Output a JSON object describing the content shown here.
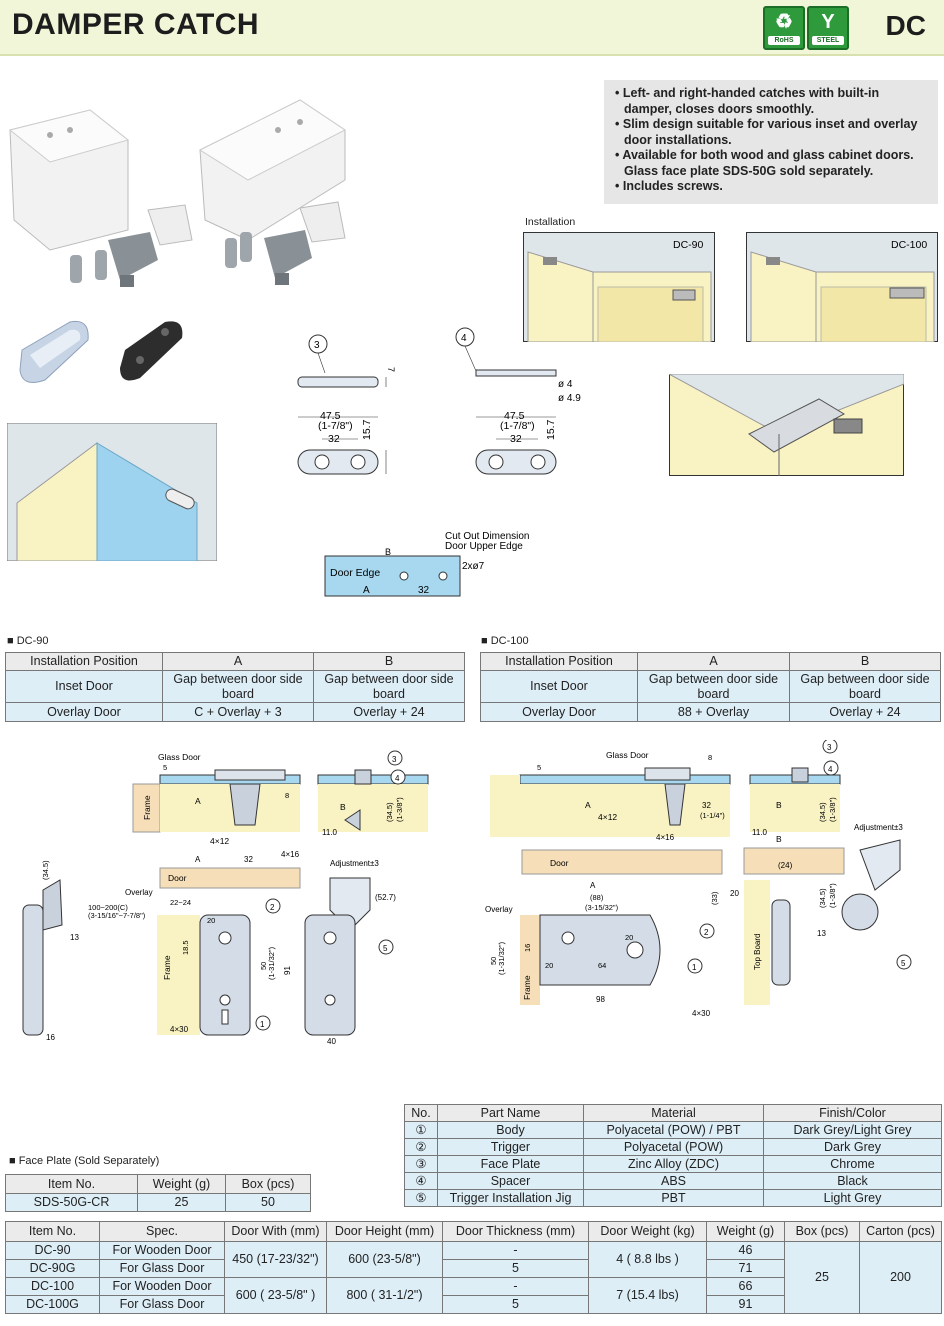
{
  "header": {
    "title": "DAMPER CATCH",
    "code": "DC",
    "badges": [
      {
        "name": "rohs",
        "symbol": "♻",
        "label": "RoHS"
      },
      {
        "name": "steel",
        "symbol": "Y",
        "label": "STEEL"
      }
    ],
    "colors": {
      "header_bg": "#f1f6d8",
      "badge_green": "#2e9a3c",
      "table_blue": "#ddeef7",
      "wood": "#f5deb8",
      "glass": "#a7d8ef"
    }
  },
  "features": [
    "Left- and right-handed catches with built-in damper, closes doors smoothly.",
    "Slim design suitable for various inset and overlay door installations.",
    "Available for both wood and glass cabinet doors. Glass face plate SDS-50G sold separately.",
    "Includes screws."
  ],
  "installation": {
    "caption": "Installation",
    "panels": [
      "DC-90",
      "DC-100"
    ]
  },
  "face_plate_drawings": {
    "item3": {
      "num": "3",
      "h": "7",
      "width": "47.5",
      "width_in": "(1-7/8\")",
      "pitch": "32",
      "height": "15.7"
    },
    "item4": {
      "num": "4",
      "d1": "ø 4",
      "d2": "ø 4.9",
      "width": "47.5",
      "width_in": "(1-7/8\")",
      "pitch": "32",
      "height": "15.7"
    },
    "cutout": {
      "title1": "Cut Out Dimension",
      "title2": "Door Upper Edge",
      "door_edge": "Door Edge",
      "b": "B",
      "a": "A",
      "pitch": "32",
      "holes": "2xø7"
    }
  },
  "dc90_table": {
    "label": "DC-90",
    "headers": [
      "Installation Position",
      "A",
      "B"
    ],
    "rows": [
      [
        "Inset Door",
        "Gap between door side board",
        "Gap between door side board"
      ],
      [
        "Overlay Door",
        "C + Overlay + 3",
        "Overlay + 24"
      ]
    ]
  },
  "dc100_table": {
    "label": "DC-100",
    "headers": [
      "Installation Position",
      "A",
      "B"
    ],
    "rows": [
      [
        "Inset Door",
        "Gap between door side board",
        "Gap between door side board"
      ],
      [
        "Overlay Door",
        "88 + Overlay",
        "Overlay + 24"
      ]
    ]
  },
  "drawing_labels": {
    "glass_door": "Glass Door",
    "frame": "Frame",
    "door": "Door",
    "overlay": "Overlay",
    "adjustment": "Adjustment±3",
    "top_board": "Top Board",
    "dim_5": "5",
    "dim_8": "8",
    "dim_a": "A",
    "dim_b": "B",
    "dim_4x12": "4×12",
    "dim_4x16": "4×16",
    "dim_4x30": "4×30",
    "dim_32": "32",
    "dim_32in": "(1-1/4\")",
    "dim_11": "11.0",
    "dim_345": "(34.5)",
    "dim_345in": "(1-3/8\")",
    "dim_100200": "100~200(C)",
    "dim_100200in": "(3-15/16\"~7-7/8\")",
    "dim_2224": "22~24",
    "dim_20": "20",
    "dim_185": "18.5",
    "dim_50": "50",
    "dim_50in": "(1-31/32\")",
    "dim_91": "91",
    "dim_40": "40",
    "dim_527": "(52.7)",
    "dim_13": "13",
    "dim_16": "16",
    "dim_88": "(88)",
    "dim_88in": "(3-15/32\")",
    "dim_33": "(33)",
    "dim_24": "(24)",
    "dim_64": "64",
    "dim_98": "98"
  },
  "face_plate_table": {
    "label": "Face Plate (Sold Separately)",
    "headers": [
      "Item No.",
      "Weight (g)",
      "Box (pcs)"
    ],
    "rows": [
      [
        "SDS-50G-CR",
        "25",
        "50"
      ]
    ]
  },
  "parts_table": {
    "headers": [
      "No.",
      "Part Name",
      "Material",
      "Finish/Color"
    ],
    "rows": [
      [
        "①",
        "Body",
        "Polyacetal (POW) / PBT",
        "Dark Grey/Light Grey"
      ],
      [
        "②",
        "Trigger",
        "Polyacetal (POW)",
        "Dark Grey"
      ],
      [
        "③",
        "Face Plate",
        "Zinc Alloy (ZDC)",
        "Chrome"
      ],
      [
        "④",
        "Spacer",
        "ABS",
        "Black"
      ],
      [
        "⑤",
        "Trigger Installation Jig",
        "PBT",
        "Light Grey"
      ]
    ]
  },
  "spec_table": {
    "headers": [
      "Item No.",
      "Spec.",
      "Door With (mm)",
      "Door Height (mm)",
      "Door Thickness (mm)",
      "Door Weight (kg)",
      "Weight (g)",
      "Box (pcs)",
      "Carton (pcs)"
    ],
    "rows": [
      {
        "item": "DC-90",
        "spec": "For Wooden Door",
        "thickness": "-",
        "weight": "46"
      },
      {
        "item": "DC-90G",
        "spec": "For Glass Door",
        "thickness": "5",
        "weight": "71"
      },
      {
        "item": "DC-100",
        "spec": "For Wooden Door",
        "thickness": "-",
        "weight": "66"
      },
      {
        "item": "DC-100G",
        "spec": "For Glass Door",
        "thickness": "5",
        "weight": "91"
      }
    ],
    "group1": {
      "width": "450 (17-23/32\")",
      "height": "600  (23-5/8\")",
      "door_weight": "4  ( 8.8 lbs )"
    },
    "group2": {
      "width": "600  ( 23-5/8\"  )",
      "height": "800  ( 31-1/2\")",
      "door_weight": "7  (15.4 lbs)"
    },
    "box": "25",
    "carton": "200"
  }
}
